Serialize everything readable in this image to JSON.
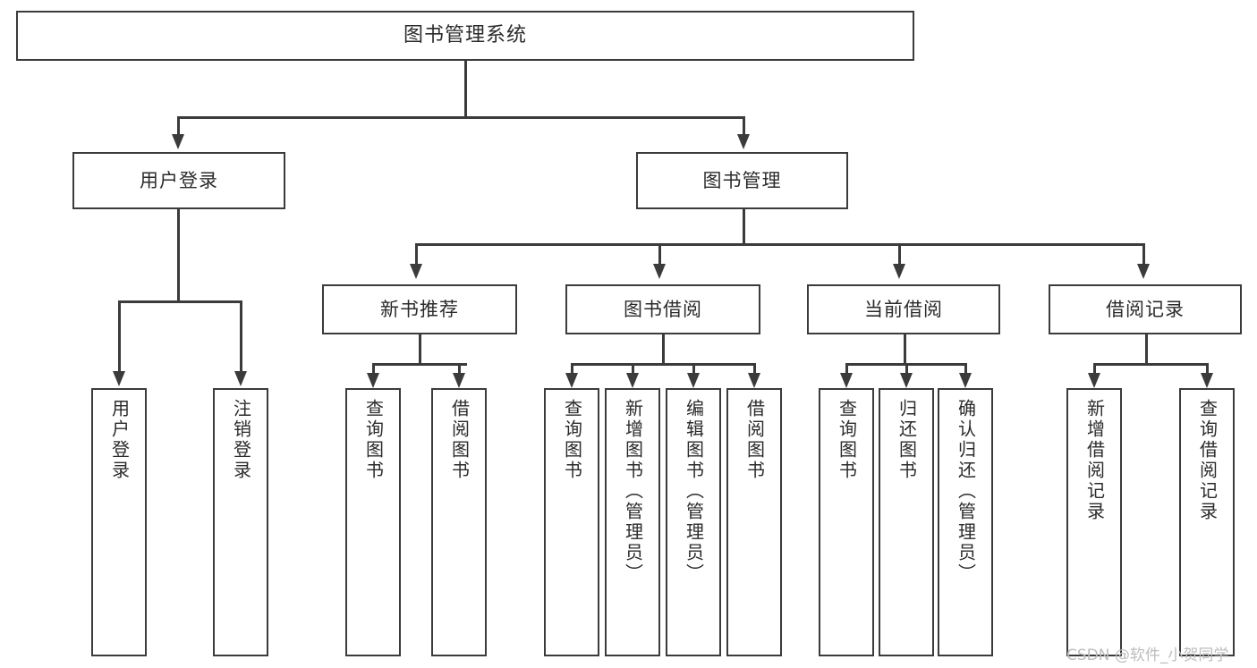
{
  "diagram": {
    "title": "图书管理系统",
    "type": "hierarchy-tree",
    "root": {
      "label": "图书管理系统"
    },
    "level2": [
      {
        "label": "用户登录"
      },
      {
        "label": "图书管理"
      }
    ],
    "level3": [
      {
        "label": "新书推荐"
      },
      {
        "label": "图书借阅"
      },
      {
        "label": "当前借阅"
      },
      {
        "label": "借阅记录"
      }
    ],
    "leaves": {
      "user_login": [
        {
          "label": "用户登录"
        },
        {
          "label": "注销登录"
        }
      ],
      "new_book_recommend": [
        {
          "label": "查询图书"
        },
        {
          "label": "借阅图书"
        }
      ],
      "book_borrow": [
        {
          "label": "查询图书"
        },
        {
          "label": "新增图书（管理员）"
        },
        {
          "label": "编辑图书（管理员）"
        },
        {
          "label": "借阅图书"
        }
      ],
      "current_borrow": [
        {
          "label": "查询图书"
        },
        {
          "label": "归还图书"
        },
        {
          "label": "确认归还（管理员）"
        }
      ],
      "borrow_record": [
        {
          "label": "新增借阅记录"
        },
        {
          "label": "查询借阅记录"
        }
      ]
    }
  },
  "watermark": {
    "text": "CSDN @软件_小贺同学"
  },
  "colors": {
    "stroke": "#3b3b3b",
    "background": "#ffffff",
    "text": "#2b2b2b",
    "watermark": "#bdbdbd"
  }
}
